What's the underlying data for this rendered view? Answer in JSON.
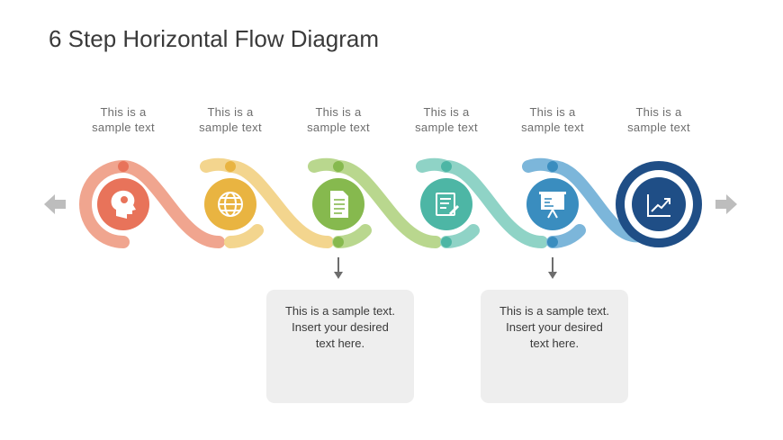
{
  "title": "6 Step Horizontal Flow Diagram",
  "steps": [
    {
      "line1": "This is a",
      "line2": "sample text",
      "icon": "head-profile-icon",
      "color": "#E8735A",
      "light": "#F0A58F"
    },
    {
      "line1": "This is a",
      "line2": "sample text",
      "icon": "globe-icon",
      "color": "#E9B441",
      "light": "#F3D58E"
    },
    {
      "line1": "This is a",
      "line2": "sample text",
      "icon": "document-icon",
      "color": "#86B94E",
      "light": "#B9D78E"
    },
    {
      "line1": "This is a",
      "line2": "sample text",
      "icon": "edit-document-icon",
      "color": "#4DB6A5",
      "light": "#8FD3C6"
    },
    {
      "line1": "This is a",
      "line2": "sample text",
      "icon": "presentation-board-icon",
      "color": "#3A8DBF",
      "light": "#7CB6DA"
    },
    {
      "line1": "This is a",
      "line2": "sample text",
      "icon": "growth-chart-icon",
      "color": "#1F4E86",
      "light": "#5679A8"
    }
  ],
  "notes": [
    {
      "line1": "This is a sample text.",
      "line2": "Insert your desired",
      "line3": "text here."
    },
    {
      "line1": "This is a sample text.",
      "line2": "Insert your desired",
      "line3": "text here."
    }
  ],
  "arrow_color": "#BDBDBD"
}
